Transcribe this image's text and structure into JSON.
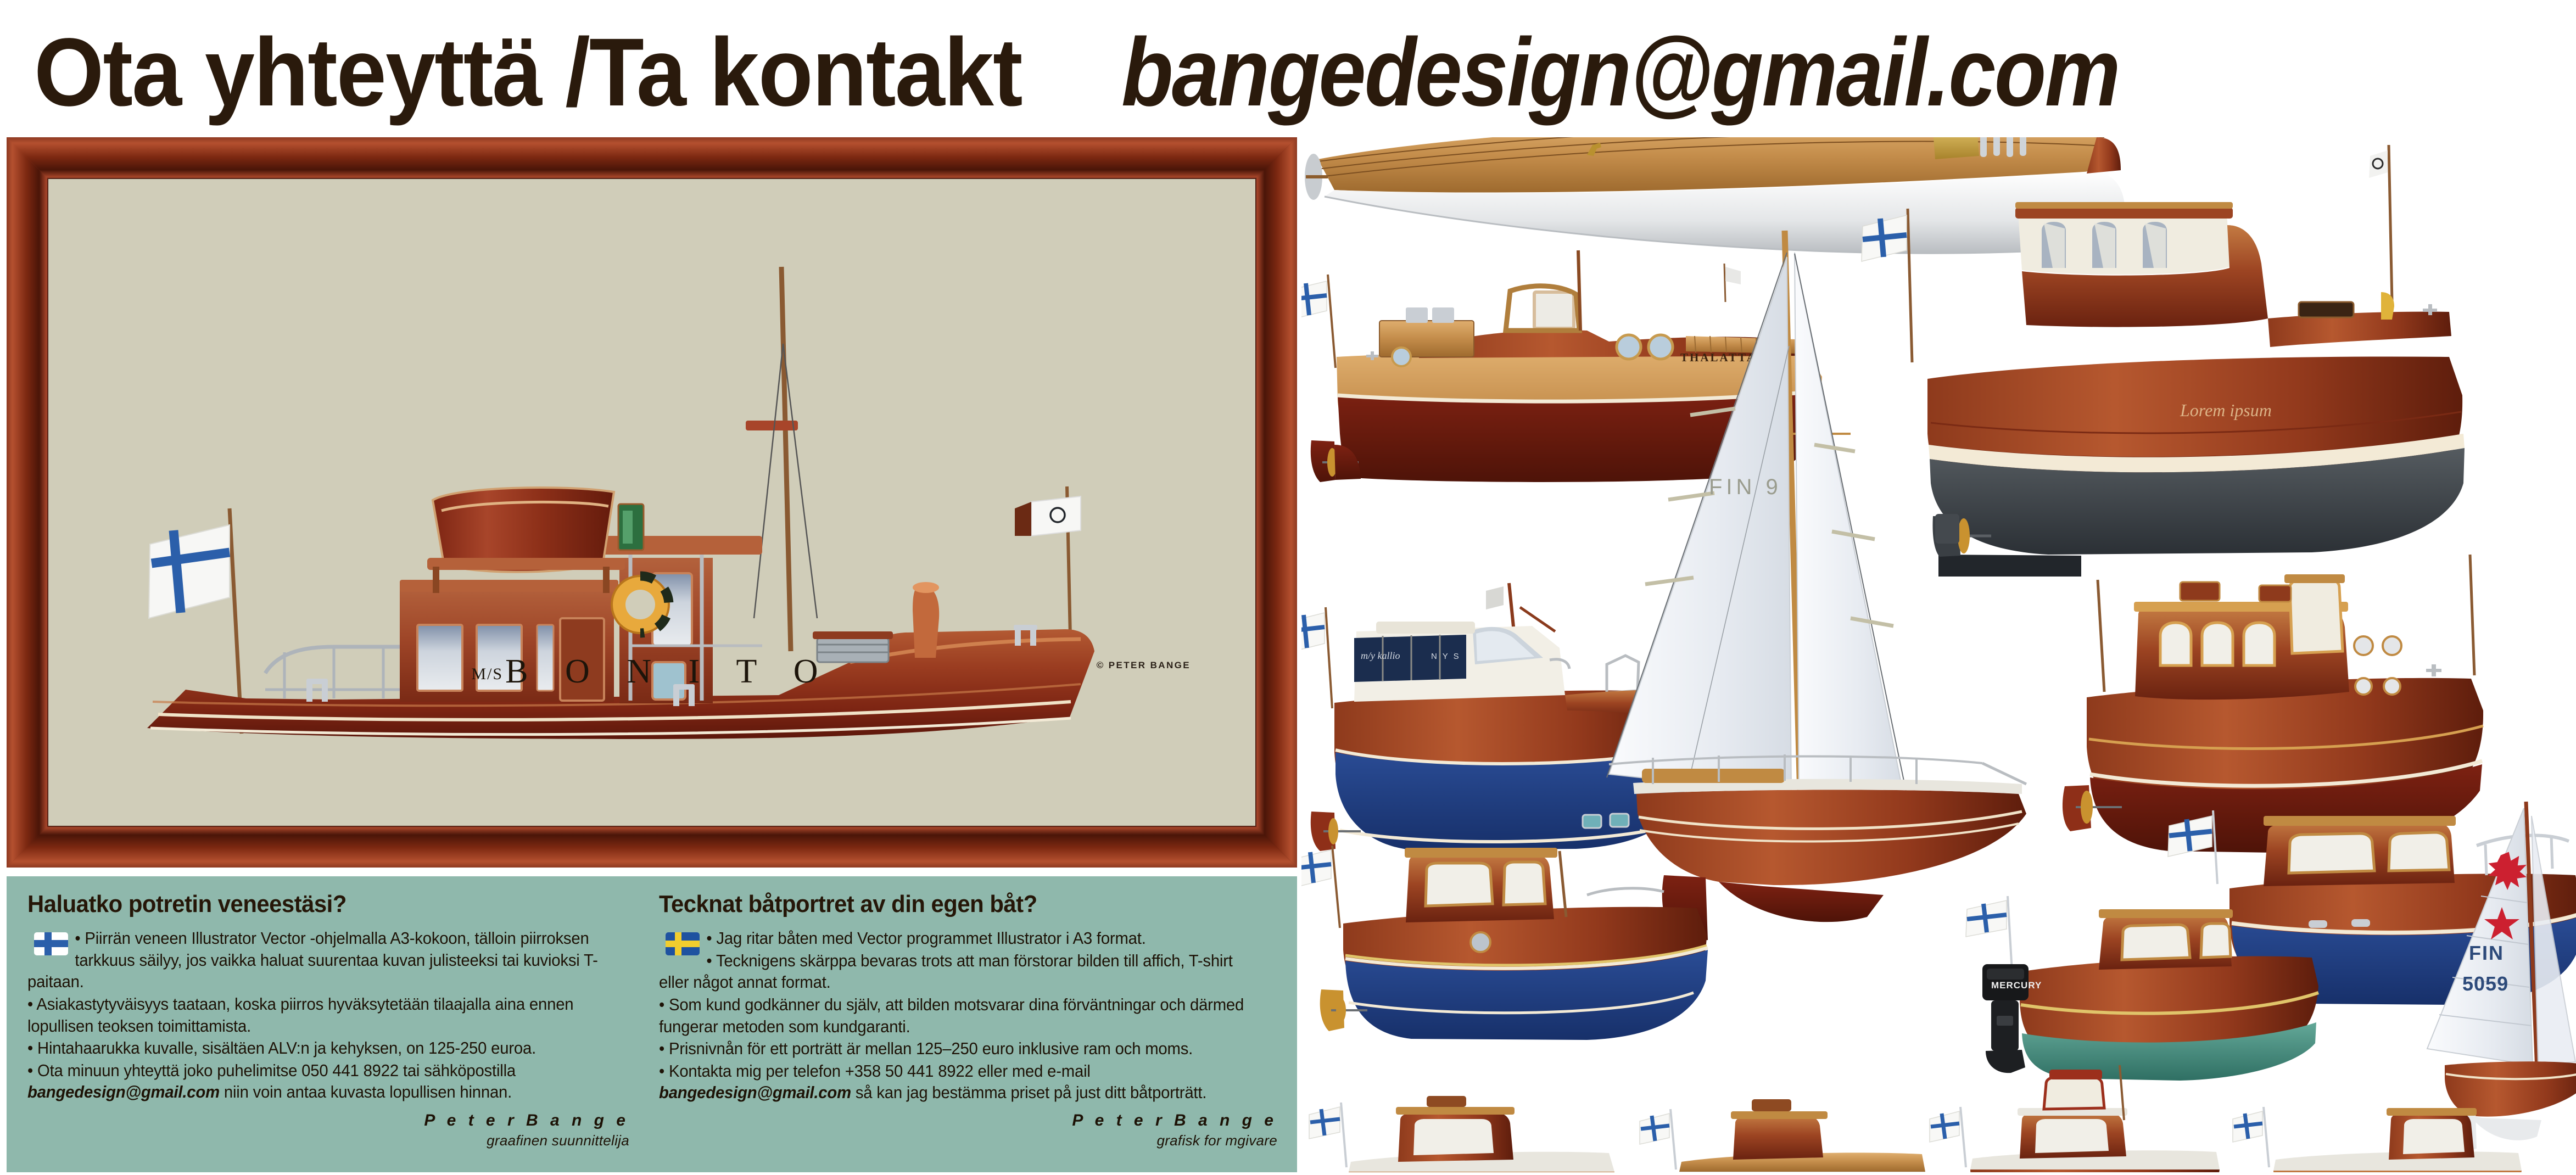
{
  "header": {
    "title": "Ota yhteyttä /Ta kontakt",
    "email": "bangedesign@gmail.com"
  },
  "painting": {
    "prefix": "M/S",
    "boat_name": "B O N I T O",
    "hull_name": "BONITO",
    "credit": "© PETER BANGE",
    "frame_color": "#8e2f18",
    "canvas_color": "#d0cdb9"
  },
  "info_panel": {
    "background_color": "#8fb8ac",
    "text_color": "#1d1206",
    "finnish": {
      "flag": "finland-flag",
      "heading": "Haluatko potretin veneestäsi?",
      "bullets": [
        "• Piirrän veneen Illustrator Vector -ohjelmalla A3-kokoon, tälloin piirroksen tarkkuus säilyy, jos vaikka haluat suurentaa kuvan julisteeksi tai kuvioksi T-paitaan.",
        "• Asiakastytyväisyys taataan, koska piirros hyväksytetään tilaajalla aina ennen lopullisen teoksen toimittamista.",
        "• Hintahaarukka kuvalle, sisältäen ALV:n ja kehyksen, on 125-250 euroa.",
        "• Ota minuun yhteyttä joko puhelimitse 050 441 8922 tai sähköpostilla"
      ],
      "email_inline": "bangedesign@gmail.com",
      "tail": " niin voin antaa kuvasta lopullisen hinnan.",
      "phone": "050 441 8922",
      "price_range": "125-250 euroa",
      "signature_name": "P e t e r   B a n g e",
      "signature_role": "graafinen suunnittelija"
    },
    "swedish": {
      "flag": "sweden-flag",
      "heading": "Tecknat båtportret av din egen båt?",
      "bullets": [
        "• Jag ritar båten med Vector programmet Illustrator i A3 format.",
        "• Tecknigens skärppa bevaras trots att man förstorar bilden till affich, T-shirt eller något annat format.",
        "• Som kund godkänner du själv, att bilden motsvarar dina förväntningar och därmed fungerar metoden som kundgaranti.",
        "• Prisnivnån för ett porträtt är mellan 125–250 euro inklusive ram och moms.",
        "• Kontakta mig per telefon +358 50 441 8922 eller med e-mail "
      ],
      "email_inline": "bangedesign@gmail.com",
      "tail": " så kan jag bestämma priset på just ditt båtporträtt.",
      "phone": "+358 50 441 8922",
      "price_range": "125–250 euro",
      "signature_name": "P e t e r   B a n g e",
      "signature_role": "grafisk for mgivare"
    }
  },
  "gallery": {
    "boats": [
      {
        "id": "racing-shell",
        "name_on_hull": "",
        "hull_colors": [
          "#c08a3a",
          "#8a4318",
          "#e8e8e8"
        ]
      },
      {
        "id": "thalatta-launch",
        "name_on_hull": "THALATTA",
        "hull_colors": [
          "#c99a52",
          "#7e2418"
        ]
      },
      {
        "id": "lorem-ipsum-cruiser",
        "name_on_hull": "Lorem ipsum",
        "hull_colors": [
          "#9c3a22",
          "#3b3b3b"
        ]
      },
      {
        "id": "kallio-motoryacht",
        "name_on_hull": "m/y kallio",
        "name_secondary": "NYS",
        "hull_colors": [
          "#8d3a22",
          "#1f3668"
        ]
      },
      {
        "id": "classic-cabin-cruiser",
        "name_on_hull": "",
        "hull_colors": [
          "#a34a28",
          "#8e2f18"
        ]
      },
      {
        "id": "fin9-sailing-yacht",
        "sail_number": "FIN 9",
        "hull_colors": [
          "#8e2f18",
          "#ffffff"
        ]
      },
      {
        "id": "mahogany-runabout",
        "name_on_hull": "",
        "hull_colors": [
          "#8c3a1c",
          "#2f6f63"
        ]
      },
      {
        "id": "fin5059-dinghy",
        "sail_number": "FIN 5059",
        "sail_emblem": "red-star",
        "hull_colors": [
          "#8e3a20"
        ]
      },
      {
        "id": "blue-hull-cruiser",
        "name_on_hull": "",
        "hull_colors": [
          "#8e3a1f",
          "#1f3c80"
        ]
      },
      {
        "id": "outboard-skiff-mercury",
        "engine_brand": "MERCURY",
        "hull_colors": [
          "#8e4a22",
          "#2f6f63"
        ]
      },
      {
        "id": "small-launch-1",
        "hull_colors": [
          "#a9764a",
          "#1f3c80"
        ]
      },
      {
        "id": "small-launch-2",
        "hull_colors": [
          "#8a5a32",
          "#d8dce0"
        ]
      },
      {
        "id": "red-pilot-boat",
        "hull_colors": [
          "#9c2f1c",
          "#3a1008"
        ]
      },
      {
        "id": "small-launch-3",
        "hull_colors": [
          "#7a4a28",
          "#1f3c80"
        ]
      }
    ],
    "flag_icon": "finland-naval-ensign",
    "background_color": "#ffffff"
  }
}
